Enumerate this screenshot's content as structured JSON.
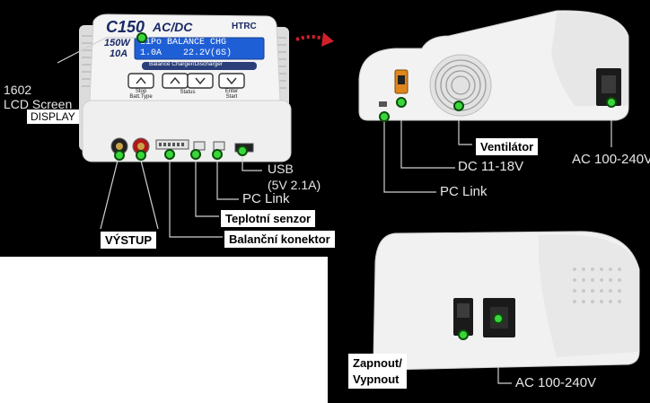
{
  "colors": {
    "background_panel": "#000000",
    "marker": "#39d63a",
    "accent_arrow": "#d0202a",
    "screen": "#1f5fd6",
    "device_body": "#f2f2f2"
  },
  "charger": {
    "model": "C150",
    "mode": "AC/DC",
    "power": "150W",
    "current": "10A",
    "brand": "HTRC",
    "screen_line1": "LiPo BALANCE CHG",
    "screen_line2": "1.0A    22.2V(6S)",
    "bar_label": "Balance Charger/Discharger",
    "buttons": [
      {
        "label": "Stop\nBatt.Type"
      },
      {
        "label": "Status"
      },
      {
        "label": "Enter\nStart"
      }
    ]
  },
  "labels": {
    "lcd": "1602\nLCD Screen",
    "display": "DISPLAY",
    "usb": "USB\n(5V 2.1A)",
    "pc_link_front": "PC Link",
    "temp_sensor": "Teplotní senzor",
    "balance_connector": "Balanční konektor",
    "output": "VÝSTUP",
    "fan": "Ventilátor",
    "dc_input": "DC 11-18V",
    "ac_input_side": "AC 100-240V",
    "pc_link_side": "PC Link",
    "power_switch": "Zapnout/\nVypnout",
    "ac_input_back": "AC 100-240V"
  }
}
